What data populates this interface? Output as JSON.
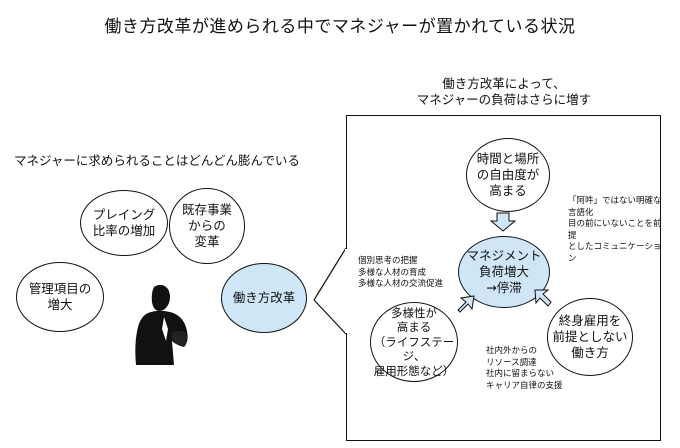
{
  "title": "働き方改革が進められる中でマネジャーが置かれている状況",
  "left": {
    "heading": "マネジャーに求められることはどんどん膨んでいる",
    "circles": {
      "playing": "プレイング\n比率の増加",
      "existing": "既存事業\nからの\n変革",
      "management": "管理項目の\n増大",
      "workstyle": "働き方改革"
    }
  },
  "right": {
    "heading": "働き方改革によって、\nマネジャーの負荷はさらに増す",
    "center": "マネジメント\n負荷増大\n→停滞",
    "circles": {
      "time": "時間と場所\nの自由度が\n高まる",
      "diversity": "多様性が\n高まる\n（ライフステージ、\n雇用形態など）",
      "lifetime": "終身雇用を\n前提としない\n働き方"
    },
    "notes": {
      "time": "「阿吽」ではない明確な\n言語化\n目の前にいないことを前提\nとしたコミュニケーション",
      "diversity": "個別思考の把握\n多様な人材の育成\n多様な人材の交流促進",
      "lifetime": "社内外からの\nリソース調達\n社内に留まらない\nキャリア自律の支援"
    }
  },
  "colors": {
    "highlight": "#cfe6f7",
    "arrow": "#cfe6f7",
    "stroke": "#111111"
  },
  "icons": {
    "person": "businessman-silhouette-icon"
  }
}
